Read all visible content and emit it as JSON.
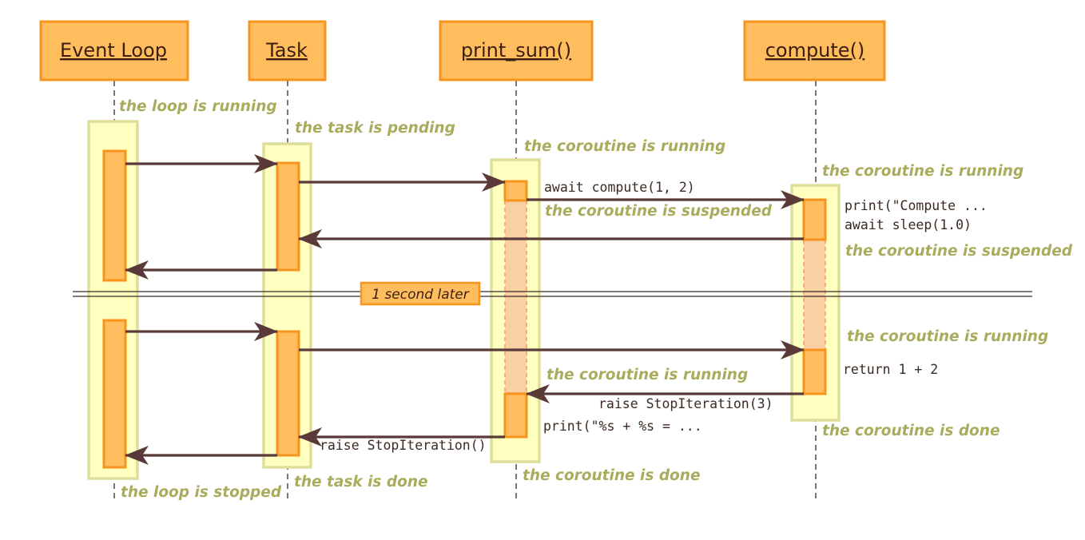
{
  "actors": [
    {
      "label": "Event Loop"
    },
    {
      "label": "Task"
    },
    {
      "label": "print_sum()"
    },
    {
      "label": "compute()"
    }
  ],
  "notes": {
    "loop_running": "the loop is running",
    "task_pending": "the task is pending",
    "printsum_running_1": "the coroutine is running",
    "compute_running_1": "the coroutine is running",
    "printsum_suspended": "the coroutine is suspended",
    "compute_suspended": "the coroutine is suspended",
    "compute_running_2": "the coroutine is running",
    "printsum_running_2": "the coroutine is running",
    "compute_done": "the coroutine is done",
    "printsum_done": "the coroutine is done",
    "task_done": "the task is done",
    "loop_stopped": "the loop is stopped"
  },
  "code": {
    "await_compute": "await compute(1, 2)",
    "print_compute": "print(\"Compute ...",
    "await_sleep": "await sleep(1.0)",
    "return_sum": "return 1 + 2",
    "raise_stop_3": "raise StopIteration(3)",
    "print_sum": "print(\"%s + %s = ...",
    "raise_stop": "raise StopIteration()"
  },
  "separator": {
    "label": "1 second later"
  },
  "colors": {
    "actor_fill": "#ffbd5e",
    "actor_stroke": "#f7941e",
    "envelope_fill": "#ffffc0",
    "arrow": "#5a3a39",
    "note_text": "#a8ac5c"
  }
}
